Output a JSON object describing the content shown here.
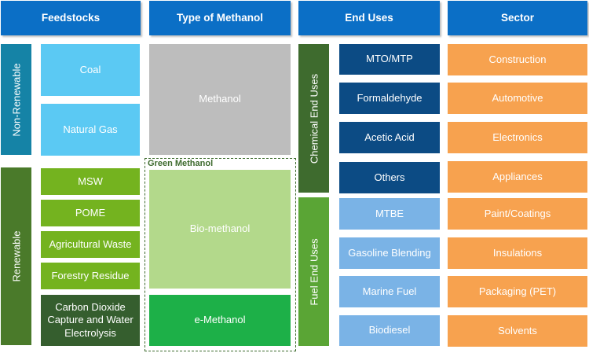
{
  "headers": {
    "feedstocks": "Feedstocks",
    "type_of_methanol": "Type of Methanol",
    "end_uses": "End Uses",
    "sector": "Sector"
  },
  "feedstock_groups": {
    "non_renewable": "Non-Renewable",
    "renewable": "Renewable"
  },
  "feedstocks": {
    "non_renewable": [
      "Coal",
      "Natural Gas"
    ],
    "renewable": [
      "MSW",
      "POME",
      "Agricultural Waste",
      "Forestry Residue"
    ],
    "ccu": "Carbon Dioxide Capture and Water Electrolysis"
  },
  "methanol_types": {
    "methanol": "Methanol",
    "green_group_label": "Green Methanol",
    "bio": "Bio-methanol",
    "e": "e-Methanol"
  },
  "end_use_groups": {
    "chemical": "Chemical End Uses",
    "fuel": "Fuel End Uses"
  },
  "end_uses": {
    "chemical": [
      "MTO/MTP",
      "Formaldehyde",
      "Acetic Acid",
      "Others"
    ],
    "fuel": [
      "MTBE",
      "Gasoline Blending",
      "Marine Fuel",
      "Biodiesel"
    ]
  },
  "sectors": [
    "Construction",
    "Automotive",
    "Electronics",
    "Appliances",
    "Paint/Coatings",
    "Insulations",
    "Packaging (PET)",
    "Solvents"
  ],
  "colors": {
    "header": "#0b6fc6",
    "non_renewable_group": "#1583a6",
    "non_renewable_item": "#5bc9f3",
    "renewable_group": "#4a7a2a",
    "renewable_item": "#74b31f",
    "ccu_item": "#355e2e",
    "methanol": "#bdbdbd",
    "bio_methanol": "#b3d98b",
    "e_methanol": "#1db048",
    "chemical_group": "#3e6b2e",
    "fuel_group": "#5aa535",
    "chemical_item": "#0c4b84",
    "fuel_item": "#7ab3e6",
    "sector_item": "#f7a24f"
  }
}
